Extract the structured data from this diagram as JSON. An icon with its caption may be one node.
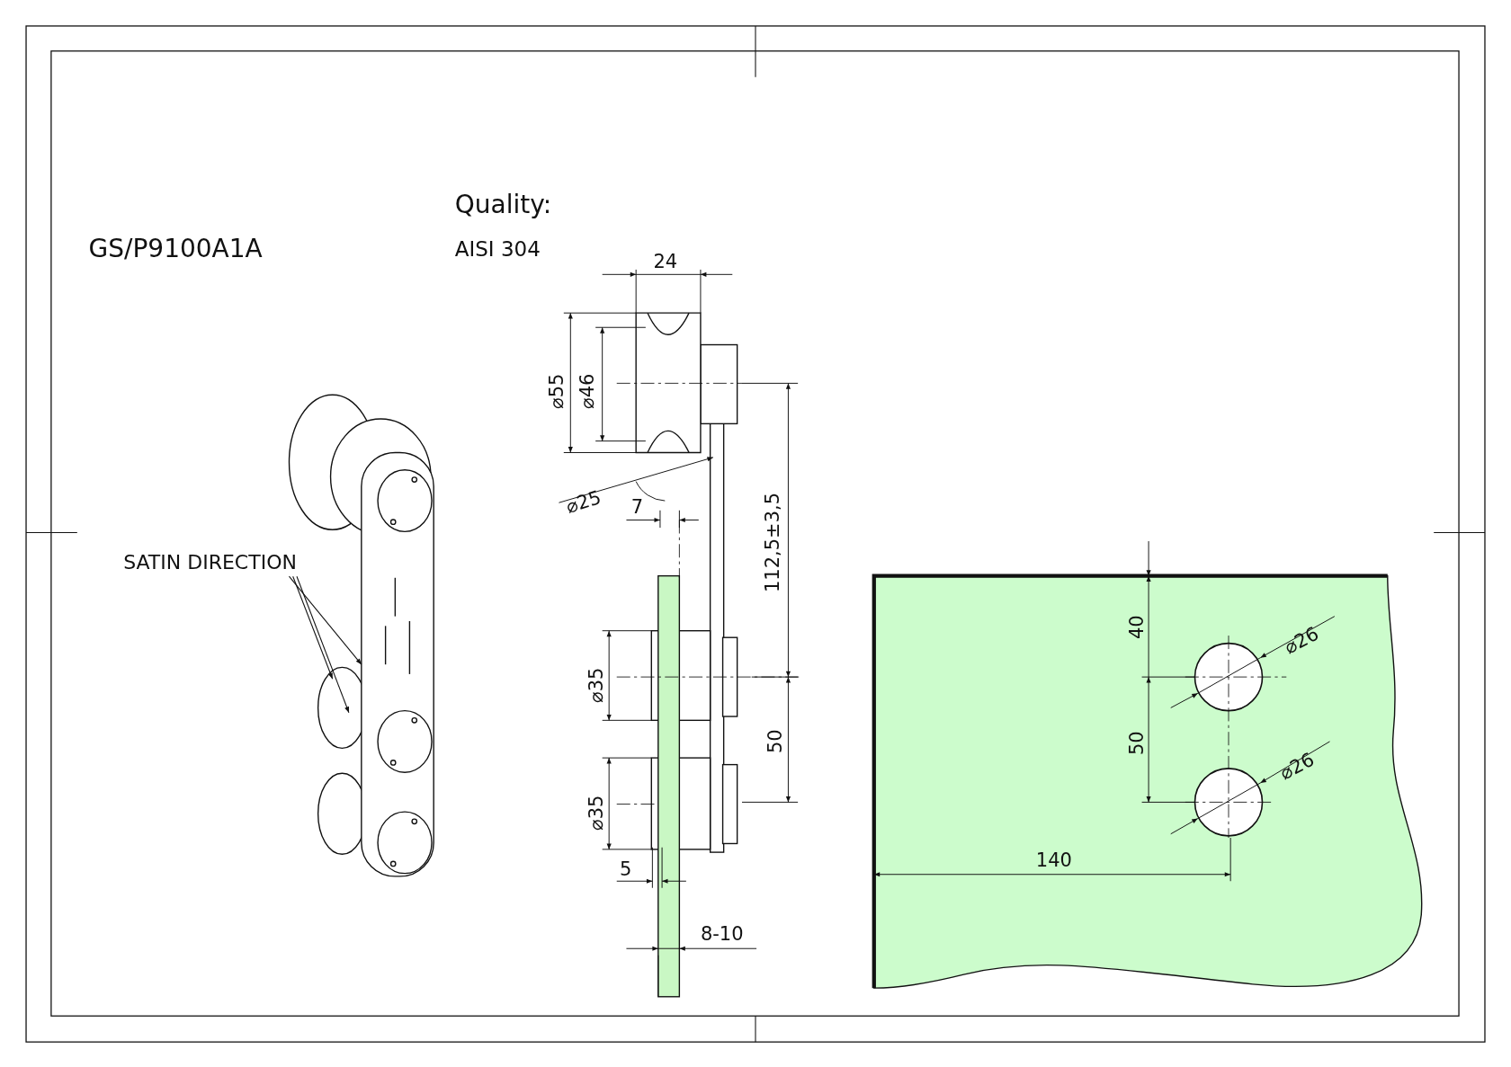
{
  "diagram": {
    "nodes": [
      {
        "text": [
          "SATIN DIRECTION"
        ]
      },
      {
        "text": [],
        "shape": "bar"
      },
      {
        "text": [],
        "shape": "circle"
      }
    ],
    "edges": [
      {
        "from": 0,
        "to": 1,
        "arrow": "to"
      },
      {
        "from": 0,
        "to": 2,
        "arrow": "to"
      },
      {
        "from": 0,
        "to": 2,
        "arrow": "to"
      }
    ],
    "labels": [
      "Quality:",
      "GS/P9100A1A",
      "AISI 304",
      "24",
      "⌀55",
      "⌀46",
      "⌀25",
      "7",
      "112,5±3,5",
      "⌀35",
      "50",
      "40",
      "⌀26",
      "50",
      "⌀26",
      "⌀35",
      "140",
      "5",
      "8-10"
    ]
  }
}
